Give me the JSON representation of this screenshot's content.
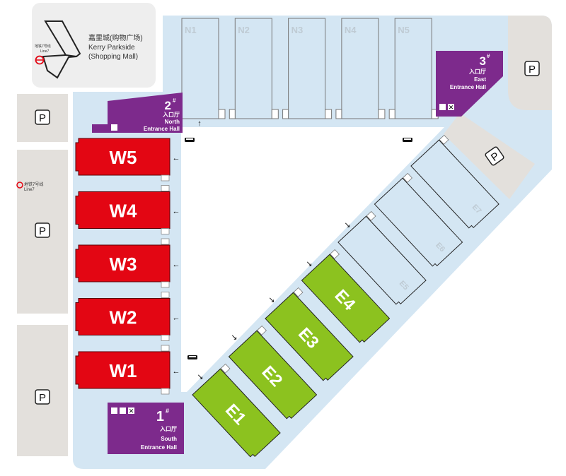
{
  "colors": {
    "walkway": "#d4e6f3",
    "parking": "#e3e0dc",
    "mall": "#eeeeee",
    "entrance": "#7d2a8c",
    "west_hall": "#e30613",
    "east_hall_active": "#8cc21f",
    "hall_inactive": "#d4e6f3",
    "metro": "#e30613"
  },
  "mall": {
    "name_cn": "嘉里城(购物广场)",
    "name_en": "Kerry Parkside",
    "name_en2": "(Shopping Mall)"
  },
  "metro": {
    "label_cn": "地铁7号线",
    "label_en": "Line7",
    "icon": "metro-icon"
  },
  "parking_label": "P",
  "north_halls": [
    "N1",
    "N2",
    "N3",
    "N4",
    "N5"
  ],
  "west_halls": [
    "W5",
    "W4",
    "W3",
    "W2",
    "W1"
  ],
  "east_halls": [
    {
      "name": "E1",
      "active": true
    },
    {
      "name": "E2",
      "active": true
    },
    {
      "name": "E3",
      "active": true
    },
    {
      "name": "E4",
      "active": true
    },
    {
      "name": "E5",
      "active": false
    },
    {
      "name": "E6",
      "active": false
    },
    {
      "name": "E7",
      "active": false
    }
  ],
  "entrances": {
    "north": {
      "num": "2",
      "sup": "#",
      "cn": "入口厅",
      "en1": "North",
      "en2": "Entrance Hall"
    },
    "east": {
      "num": "3",
      "sup": "#",
      "cn": "入口厅",
      "en1": "East",
      "en2": "Entrance Hall"
    },
    "south": {
      "num": "1",
      "sup": "#",
      "cn": "入口厅",
      "en1": "South",
      "en2": "Entrance Hall"
    }
  }
}
